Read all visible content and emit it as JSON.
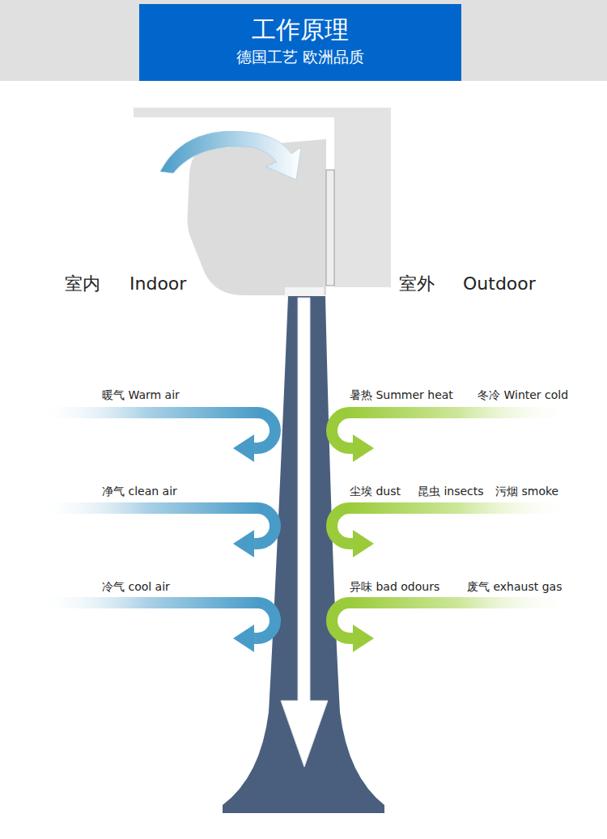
{
  "diagram": {
    "title": "工作原理",
    "labels": [
      "德国工艺 欧洲品质",
      "室内",
      "Indoor",
      "室外",
      "Outdoor",
      "暖气 Warm air",
      "暑热 Summer heat",
      "冬冷 Winter cold",
      "净气 clean air",
      "尘埃 dust",
      "昆虫 insects",
      "污烟 smoke",
      "冷气 cool air",
      "异味 bad odours",
      "废气 exhaust gas"
    ]
  }
}
